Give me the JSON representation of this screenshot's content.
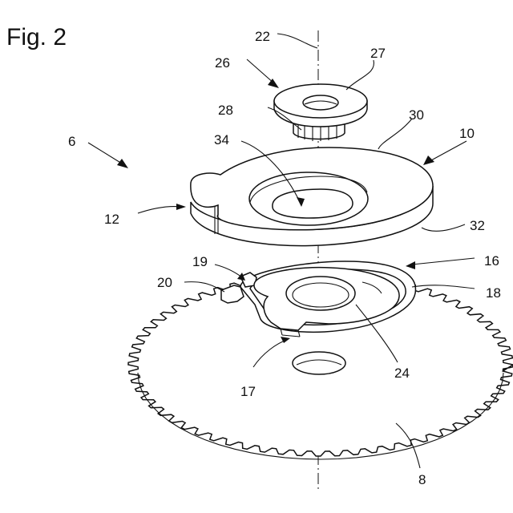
{
  "figure": {
    "title": "Fig. 2",
    "labels": [
      "22",
      "27",
      "26",
      "28",
      "30",
      "10",
      "34",
      "6",
      "12",
      "32",
      "19",
      "16",
      "20",
      "18",
      "24",
      "17",
      "8"
    ]
  }
}
